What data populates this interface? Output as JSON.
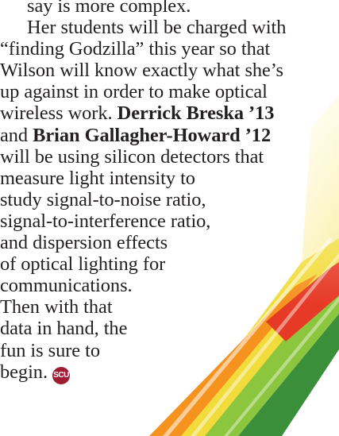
{
  "article": {
    "lines": [
      "say is more complex.",
      "Her students will be charged with",
      "“finding Godzilla” this year so that",
      "Wilson will know exactly what she’s",
      "up against in order to make optical",
      "wireless work.",
      "Derrick Breska ’13",
      "and",
      "Brian Gallagher-Howard ’12",
      "will be using silicon detectors that",
      "measure light intensity to",
      "study signal-to-noise ratio,",
      "signal-to-interference ratio,",
      "and dispersion effects",
      "of optical lighting for",
      "communications.",
      "Then with that",
      "data in hand, the",
      "fun is sure to",
      "begin."
    ]
  },
  "logo": {
    "text": "SCU",
    "color": "#9e1b32"
  },
  "colors": {
    "text": "#231f20",
    "beam_red": "#e63a26",
    "beam_orange": "#f6921e",
    "beam_yellow": "#f4e04d",
    "beam_green": "#8cc63f",
    "beam_deep_green": "#3b8f3a"
  }
}
